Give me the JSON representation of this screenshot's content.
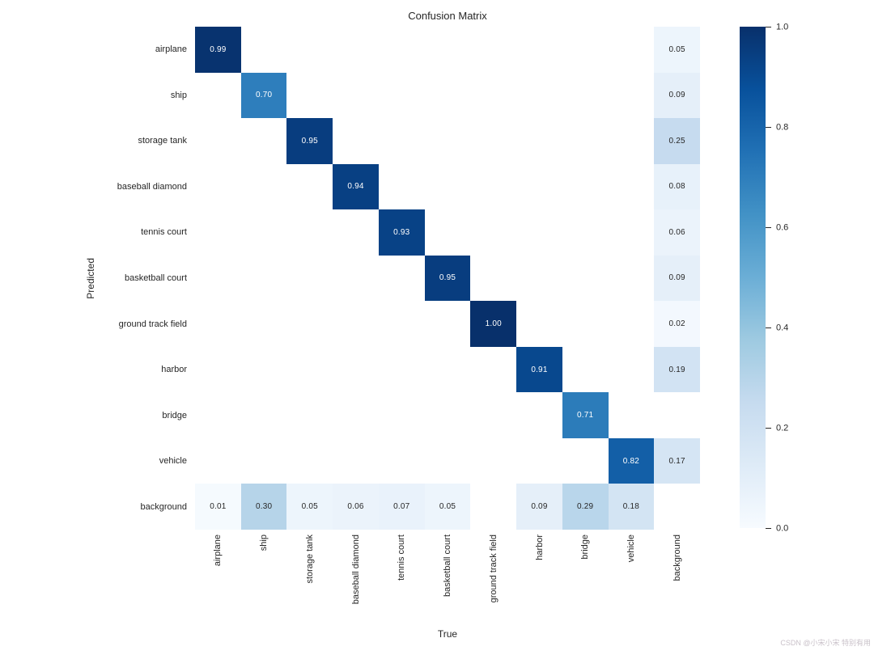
{
  "title": "Confusion Matrix",
  "axes": {
    "xlabel": "True",
    "ylabel": "Predicted"
  },
  "watermark": "CSDN @小宋小宋 特别有用",
  "colors": {
    "annotation_dark_text": "#262626",
    "annotation_light_text": "#ffffff",
    "masked_cell": "#ffffff",
    "tick_text": "#262626",
    "blues_anchors": [
      "#f7fbff",
      "#deebf7",
      "#c6dbef",
      "#9ecae1",
      "#6baed6",
      "#4292c6",
      "#2171b5",
      "#08519c",
      "#08306b"
    ]
  },
  "chart_data": {
    "type": "heatmap",
    "title": "Confusion Matrix",
    "xlabel": "True",
    "ylabel": "Predicted",
    "colormap": "Blues",
    "value_range": [
      0.0,
      1.0
    ],
    "grid": false,
    "legend_position": "colorbar-right",
    "categories": [
      "airplane",
      "ship",
      "storage tank",
      "baseball diamond",
      "tennis court",
      "basketball court",
      "ground track field",
      "harbor",
      "bridge",
      "vehicle",
      "background"
    ],
    "row_axis": "Predicted",
    "col_axis": "True",
    "matrix": [
      [
        0.99,
        null,
        null,
        null,
        null,
        null,
        null,
        null,
        null,
        null,
        0.05
      ],
      [
        null,
        0.7,
        null,
        null,
        null,
        null,
        null,
        null,
        null,
        null,
        0.09
      ],
      [
        null,
        null,
        0.95,
        null,
        null,
        null,
        null,
        null,
        null,
        null,
        0.25
      ],
      [
        null,
        null,
        null,
        0.94,
        null,
        null,
        null,
        null,
        null,
        null,
        0.08
      ],
      [
        null,
        null,
        null,
        null,
        0.93,
        null,
        null,
        null,
        null,
        null,
        0.06
      ],
      [
        null,
        null,
        null,
        null,
        null,
        0.95,
        null,
        null,
        null,
        null,
        0.09
      ],
      [
        null,
        null,
        null,
        null,
        null,
        null,
        1.0,
        null,
        null,
        null,
        0.02
      ],
      [
        null,
        null,
        null,
        null,
        null,
        null,
        null,
        0.91,
        null,
        null,
        0.19
      ],
      [
        null,
        null,
        null,
        null,
        null,
        null,
        null,
        null,
        0.71,
        null,
        null
      ],
      [
        null,
        null,
        null,
        null,
        null,
        null,
        null,
        null,
        null,
        0.82,
        0.17
      ],
      [
        0.01,
        0.3,
        0.05,
        0.06,
        0.07,
        0.05,
        null,
        0.09,
        0.29,
        0.18,
        null
      ]
    ],
    "colorbar": {
      "ticks": [
        1.0,
        0.8,
        0.6,
        0.4,
        0.2,
        0.0
      ]
    }
  }
}
